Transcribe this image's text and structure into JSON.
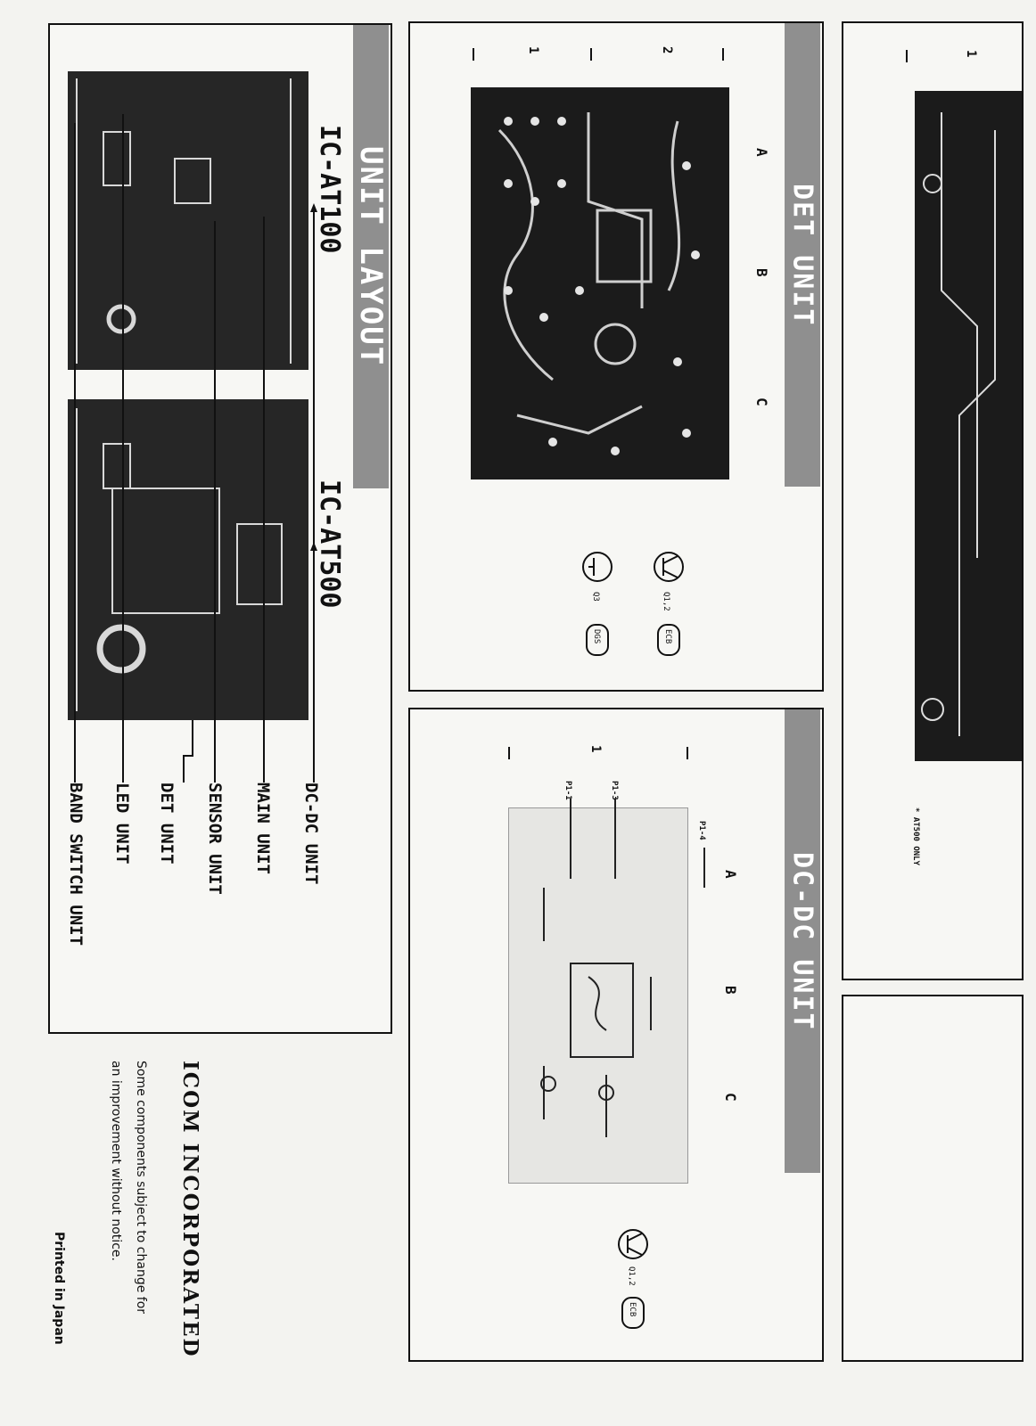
{
  "unit_layout": {
    "title": "UNIT LAYOUT",
    "models": [
      "IC-AT100",
      "IC-AT500"
    ],
    "labels": [
      "DC-DC UNIT",
      "MAIN UNIT",
      "SENSOR UNIT",
      "DET UNIT",
      "LED UNIT",
      "BAND SWITCH UNIT"
    ]
  },
  "det_unit": {
    "title": "DET UNIT",
    "cols": [
      "1",
      "2"
    ],
    "rows": [
      "A",
      "B",
      "C"
    ],
    "transistors": [
      {
        "id": "Q1,2",
        "pins": "ECB"
      },
      {
        "id": "Q3",
        "pins": "DGS"
      }
    ]
  },
  "dcdc_unit": {
    "title": "DC-DC UNIT",
    "cols": [
      "1"
    ],
    "rows": [
      "A",
      "B",
      "C"
    ],
    "connectors": [
      "P1-1",
      "P1-3",
      "P1-4"
    ],
    "transistors": [
      {
        "id": "Q1,2",
        "pins": "ECB"
      }
    ]
  },
  "main_unit": {
    "col": "1",
    "note": "* AT500 ONLY"
  },
  "footer": {
    "company": "ICOM INCORPORATED",
    "notice_line1": "Some components subject to change for",
    "notice_line2": "an improvement without notice.",
    "printed": "Printed in Japan"
  }
}
